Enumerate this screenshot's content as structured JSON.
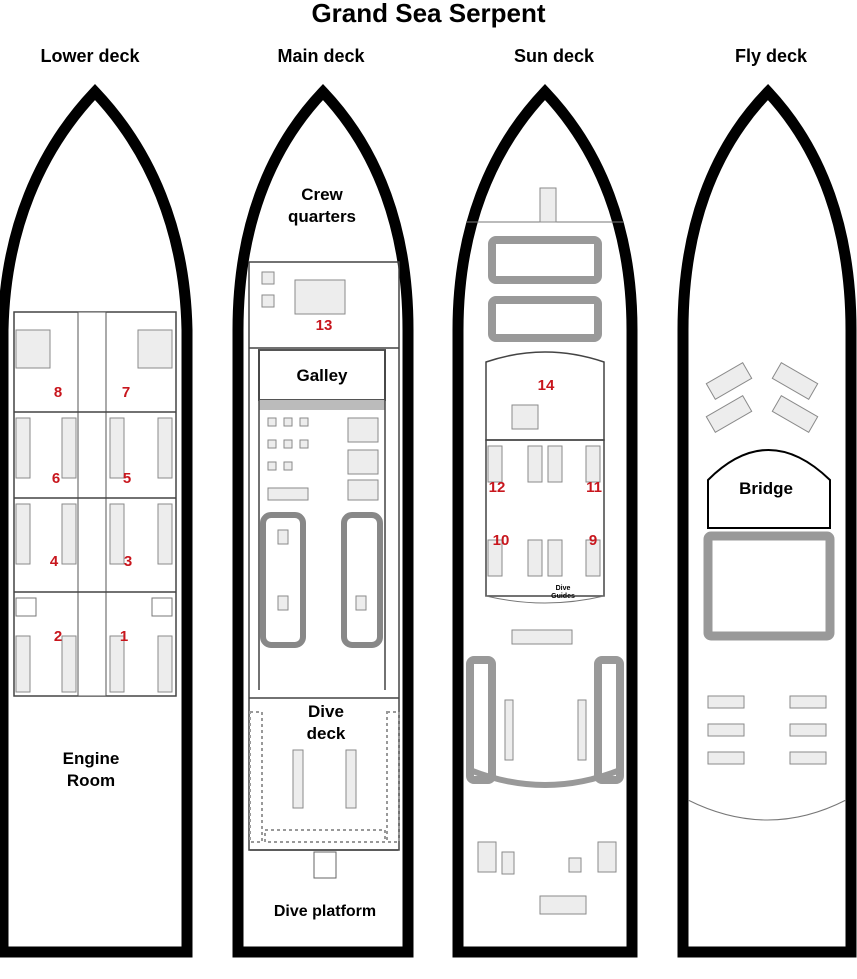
{
  "title": "Grand Sea Serpent",
  "decks": [
    {
      "name": "Lower deck",
      "areas": [
        "Engine",
        "Room"
      ],
      "cabins": [
        "8",
        "7",
        "6",
        "5",
        "4",
        "3",
        "2",
        "1"
      ]
    },
    {
      "name": "Main deck",
      "areas": [
        "Crew",
        "quarters",
        "Galley",
        "Dive",
        "deck",
        "Dive platform"
      ],
      "cabins": [
        "13"
      ]
    },
    {
      "name": "Sun deck",
      "areas": [
        "Dive",
        "Guides"
      ],
      "cabins": [
        "14",
        "12",
        "11",
        "10",
        "9"
      ]
    },
    {
      "name": "Fly deck",
      "areas": [
        "Bridge"
      ],
      "cabins": []
    }
  ],
  "colors": {
    "hull": "#000000",
    "cabin_number": "#c8161d",
    "furniture": "#ededed"
  }
}
